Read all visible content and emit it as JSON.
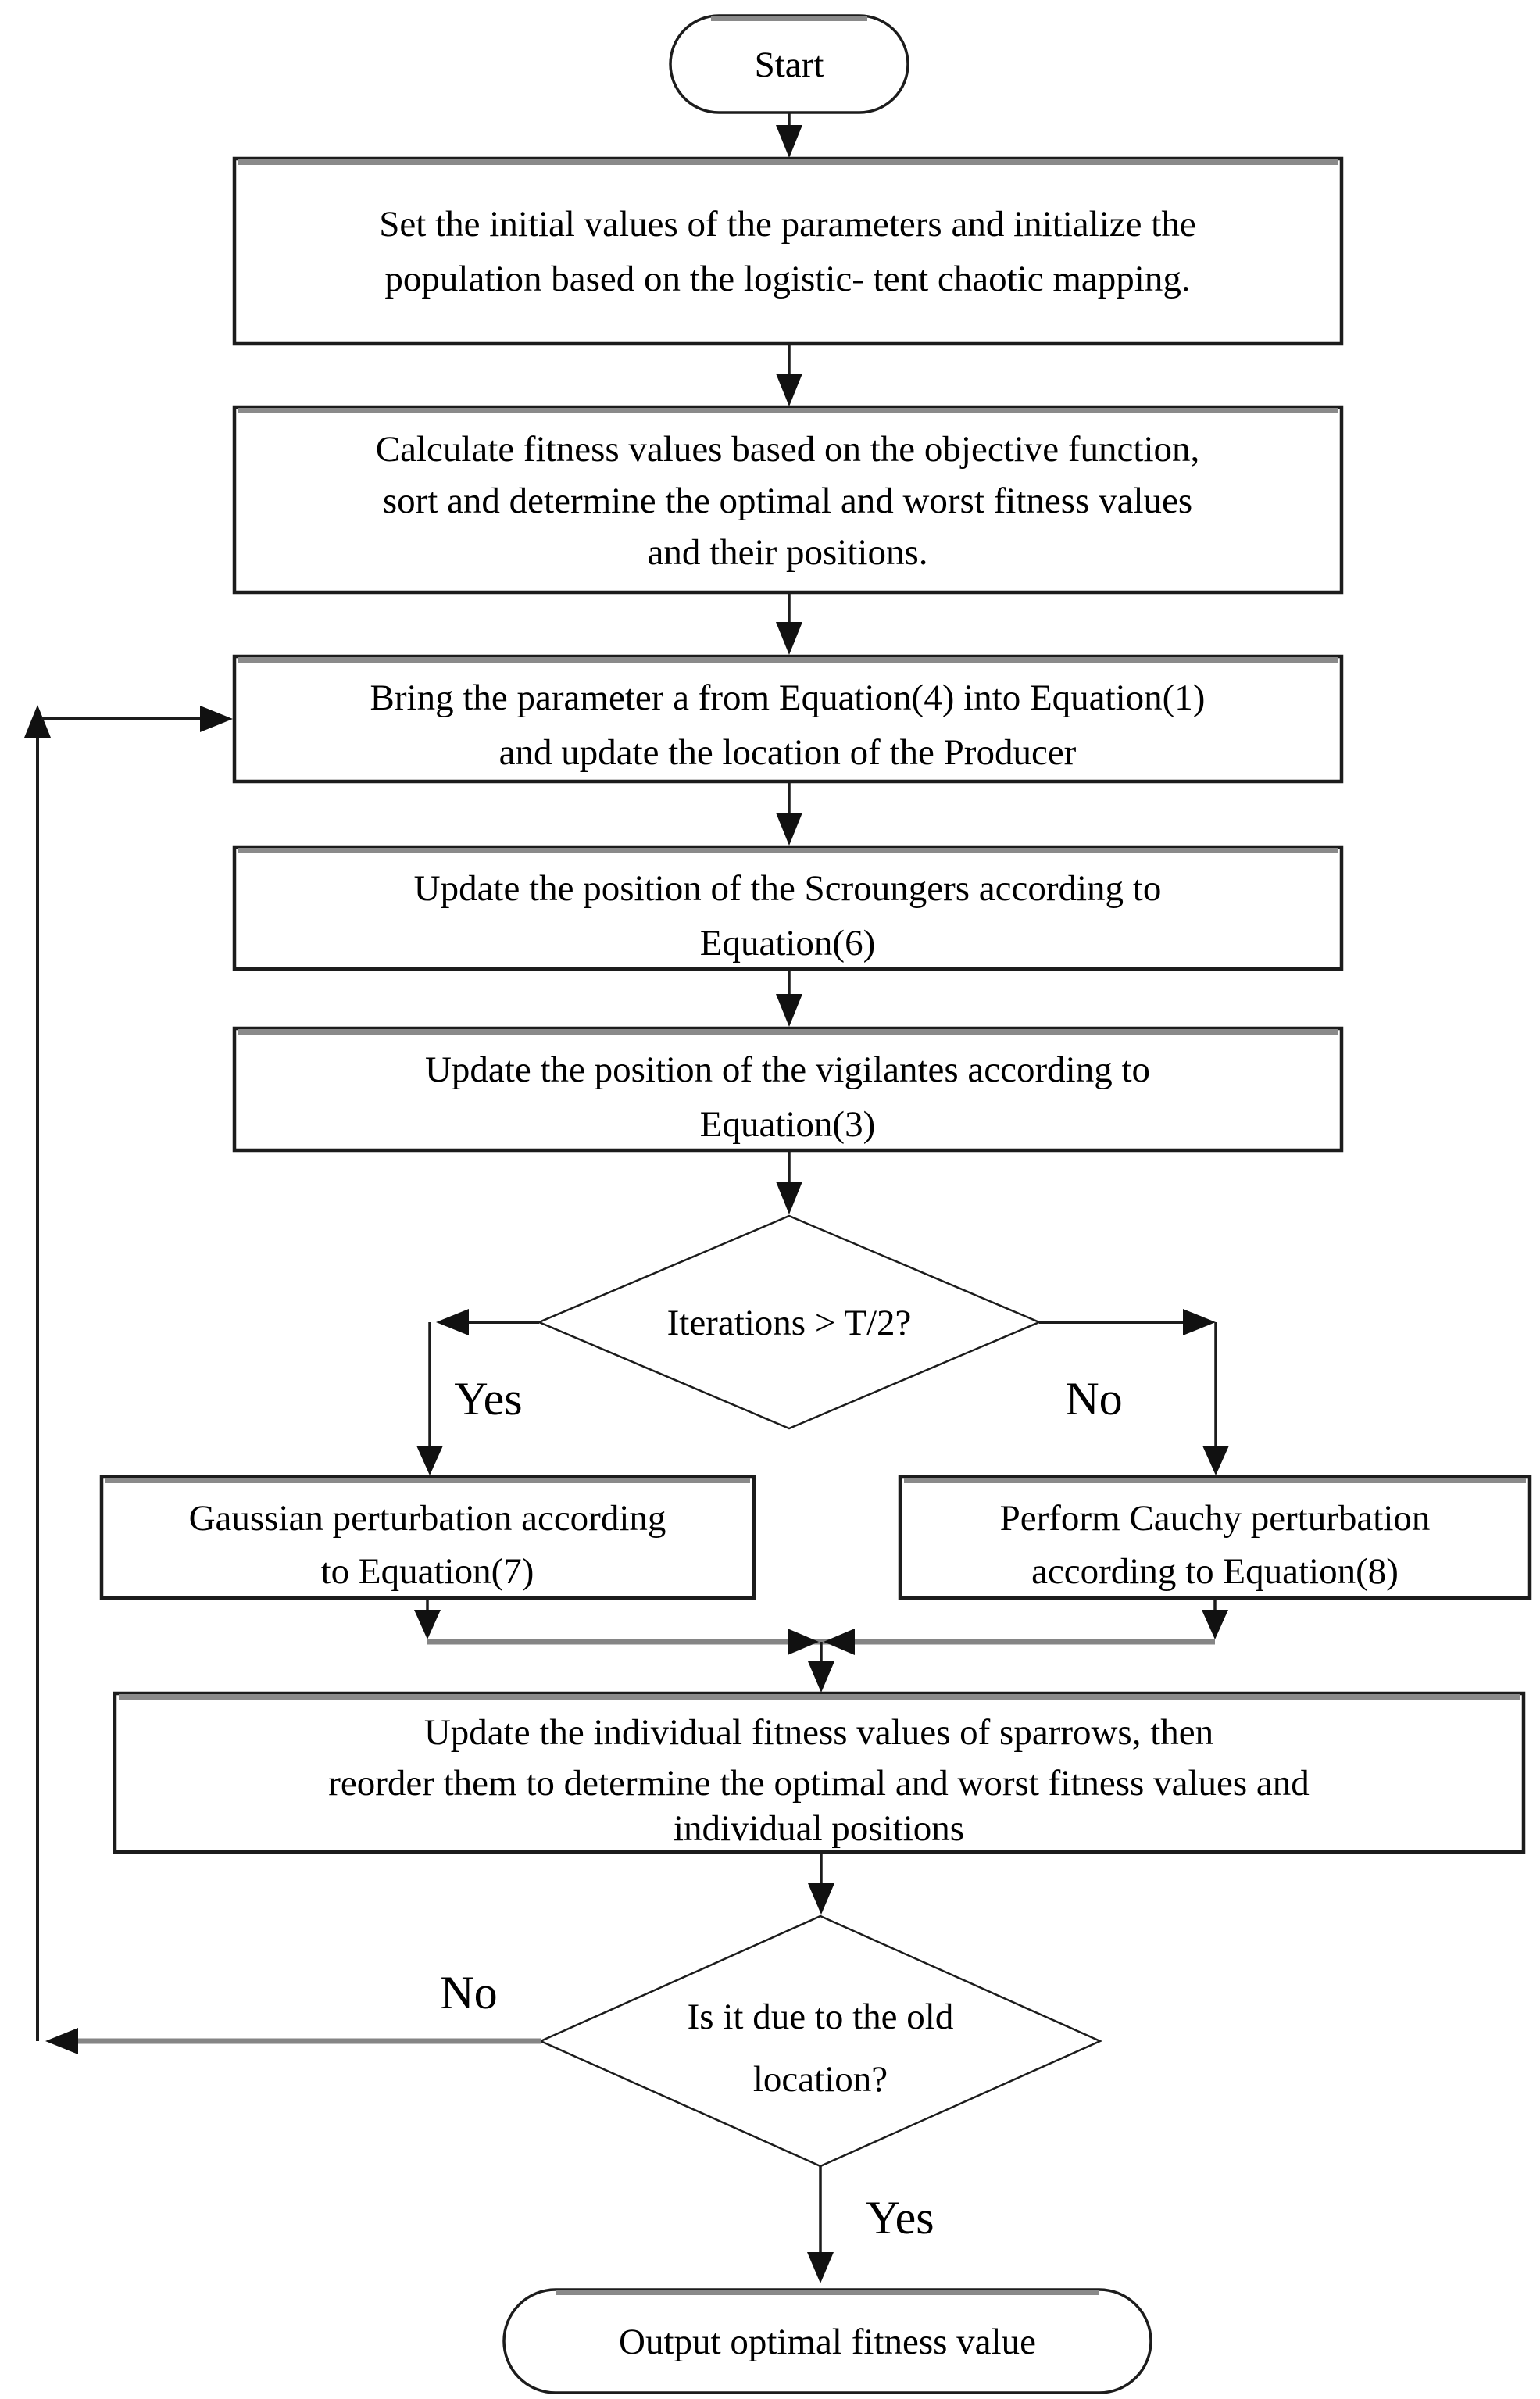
{
  "colors": {
    "line": "#1c1c1c",
    "accent_gray": "#858585",
    "background": "#ffffff",
    "text": "#000000"
  },
  "nodes": {
    "start": {
      "type": "terminator",
      "label": "Start"
    },
    "init": {
      "type": "process",
      "lines": [
        "Set the initial values of the parameters and initialize the",
        "population based on the logistic- tent chaotic mapping."
      ]
    },
    "fitness": {
      "type": "process",
      "lines": [
        "Calculate fitness values based on the objective function,",
        "sort and determine the optimal and worst fitness values",
        "and their positions."
      ]
    },
    "producer": {
      "type": "process",
      "lines": [
        "Bring the parameter a from Equation(4) into Equation(1)",
        "and update the location of the Producer"
      ]
    },
    "scroungers": {
      "type": "process",
      "lines": [
        "Update the position of the Scroungers according to",
        "Equation(6)"
      ]
    },
    "vigilantes": {
      "type": "process",
      "lines": [
        "Update the position of the vigilantes according to",
        "Equation(3)"
      ]
    },
    "iter_decision": {
      "type": "decision",
      "label": "Iterations > T/2?"
    },
    "gaussian": {
      "type": "process",
      "lines": [
        "Gaussian perturbation according",
        "to Equation(7)"
      ]
    },
    "cauchy": {
      "type": "process",
      "lines": [
        "Perform Cauchy perturbation",
        "according to Equation(8)"
      ]
    },
    "update_fitness": {
      "type": "process",
      "lines": [
        "Update the individual fitness values of sparrows, then",
        "reorder them to determine the optimal and worst fitness values and",
        "individual positions"
      ]
    },
    "old_location_decision": {
      "type": "decision",
      "lines": [
        "Is it due to the old",
        "location?"
      ]
    },
    "output": {
      "type": "terminator",
      "label": "Output optimal fitness value"
    }
  },
  "edge_labels": {
    "iter_yes": "Yes",
    "iter_no": "No",
    "loc_no": "No",
    "loc_yes": "Yes"
  }
}
